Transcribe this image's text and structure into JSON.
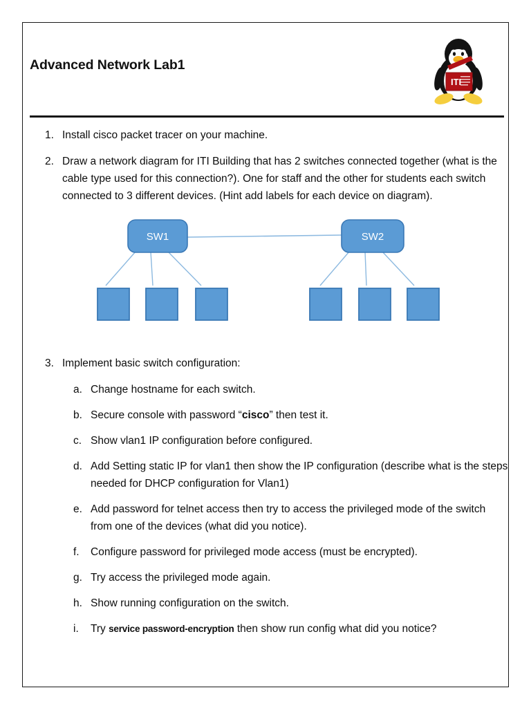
{
  "document": {
    "title": "Advanced Network Lab1",
    "logo_icon": "tux-penguin-iti-logo",
    "logo_badge_text": "ITI"
  },
  "colors": {
    "page_border": "#1a1a1a",
    "rule": "#111111",
    "text": "#0d0d0d",
    "node_fill": "#5B9BD5",
    "node_stroke": "#3A78B5",
    "link_line": "#8CB9E0",
    "logo_red": "#B11116",
    "logo_yellow": "#F5CE3E",
    "logo_black": "#131313"
  },
  "tasks": [
    {
      "marker": "1.",
      "text": "Install cisco packet tracer on your machine."
    },
    {
      "marker": "2.",
      "text": "Draw a network diagram for ITI Building that has 2 switches connected together (what is the cable type used for this connection?). One for staff and the other for students each switch connected to 3 different devices. (Hint add labels for each device on diagram)."
    },
    {
      "marker": "3.",
      "text": "Implement basic switch configuration:"
    }
  ],
  "subtasks": [
    {
      "marker": "a.",
      "pre": "Change hostname for each switch.",
      "strong": "",
      "post": ""
    },
    {
      "marker": "b.",
      "pre": "Secure console with password “",
      "strong": "cisco",
      "post": "” then test it."
    },
    {
      "marker": "c.",
      "pre": "Show vlan1 IP configuration before configured.",
      "strong": "",
      "post": ""
    },
    {
      "marker": "d.",
      "pre": "Add Setting static IP for vlan1 then show the IP configuration (describe what is the steps needed for DHCP configuration for Vlan1)",
      "strong": "",
      "post": ""
    },
    {
      "marker": "e.",
      "pre": "Add password for telnet access then try to access the privileged mode of the switch from one of the devices (what did you notice).",
      "strong": "",
      "post": ""
    },
    {
      "marker": "f.",
      "pre": "Configure password for privileged mode access (must be encrypted).",
      "strong": "",
      "post": ""
    },
    {
      "marker": "g.",
      "pre": "Try access the privileged mode again.",
      "strong": "",
      "post": ""
    },
    {
      "marker": "h.",
      "pre": "Show running configuration on the switch.",
      "strong": "",
      "post": ""
    },
    {
      "marker": "i.",
      "pre": "Try ",
      "strong": "service password-encryption",
      "post": " then show run config what did you notice?"
    }
  ],
  "diagram": {
    "type": "network-topology",
    "switches": [
      {
        "id": "sw1",
        "label": "SW1"
      },
      {
        "id": "sw2",
        "label": "SW2"
      }
    ],
    "devices_per_switch": 3,
    "device_labels": [
      "",
      "",
      "",
      "",
      "",
      ""
    ],
    "trunk_link": "sw1-sw2"
  }
}
